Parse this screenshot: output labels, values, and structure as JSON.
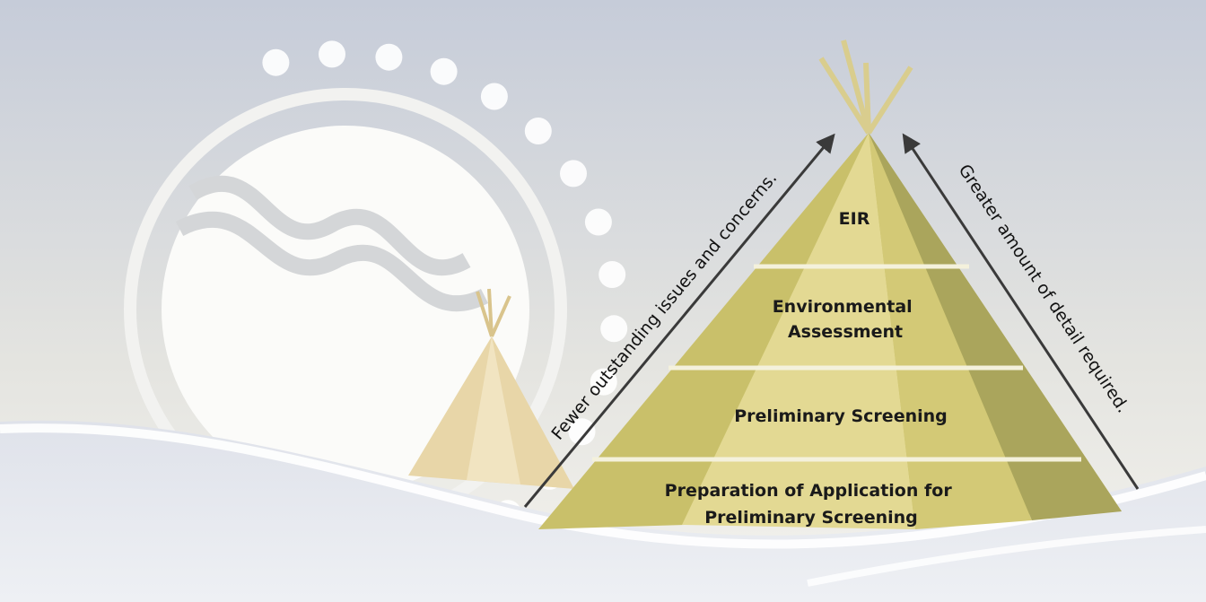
{
  "tiers": [
    {
      "id": "eir",
      "lines": [
        "EIR"
      ]
    },
    {
      "id": "environmental-assessment",
      "lines": [
        "Environmental",
        "Assessment"
      ]
    },
    {
      "id": "preliminary-screening",
      "lines": [
        "Preliminary Screening"
      ]
    },
    {
      "id": "preparation",
      "lines": [
        "Preparation of Application for",
        "Preliminary Screening"
      ]
    }
  ],
  "arrows": {
    "left": "Fewer outstanding issues and concerns.",
    "right": "Greater amount of detail required."
  },
  "colors": {
    "sky_top": "#c9cedb",
    "sky_bottom": "#f3f2ec",
    "tipi_light": "#e6dc8f",
    "tipi_mid": "#c9c06a",
    "tipi_dark": "#a9a35a",
    "small_tipi": "#e7d4a6",
    "arrow": "#3a3a3a"
  }
}
